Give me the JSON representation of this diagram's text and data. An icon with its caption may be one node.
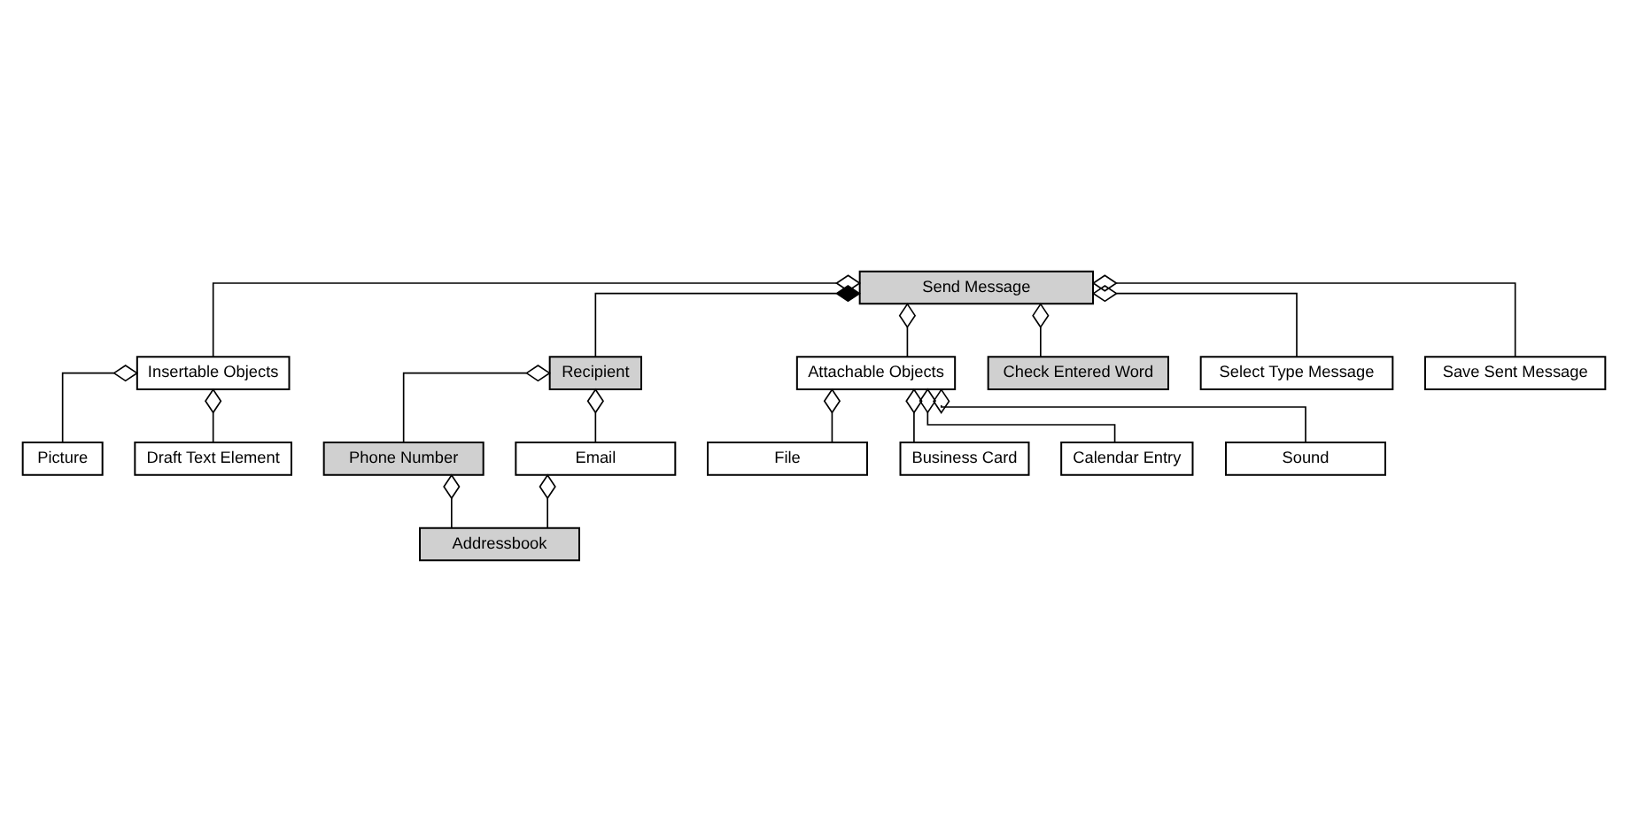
{
  "diagram": {
    "nodes": [
      {
        "text": [
          "Send Message"
        ]
      },
      {
        "text": [
          "Insertable Objects"
        ]
      },
      {
        "text": [
          "Recipient"
        ]
      },
      {
        "text": [
          "Attachable Objects"
        ]
      },
      {
        "text": [
          "Check Entered Word"
        ]
      },
      {
        "text": [
          "Picture"
        ]
      },
      {
        "text": [
          "Draft Text Element"
        ]
      },
      {
        "text": [
          "File"
        ]
      },
      {
        "text": [
          "Business Card"
        ]
      },
      {
        "text": [
          "Calendar Entry"
        ]
      },
      {
        "text": [
          "Phone Number"
        ]
      },
      {
        "text": [
          "Email"
        ]
      },
      {
        "text": [
          "Sound"
        ]
      },
      {
        "text": [
          "Select Type Message"
        ]
      },
      {
        "text": [
          "Save Sent Message"
        ]
      },
      {
        "text": [
          "Addressbook"
        ]
      }
    ],
    "edges": [
      {
        "from": 0,
        "to": 1,
        "arrow": "other"
      },
      {
        "from": 0,
        "to": 2,
        "arrow": "other"
      },
      {
        "from": 0,
        "to": 3,
        "arrow": "other"
      },
      {
        "from": 0,
        "to": 4,
        "arrow": "other"
      },
      {
        "from": 0,
        "to": 13,
        "arrow": "other"
      },
      {
        "from": 0,
        "to": 14,
        "arrow": "other"
      },
      {
        "from": 1,
        "to": 5,
        "arrow": "other"
      },
      {
        "from": 1,
        "to": 6,
        "arrow": "other"
      },
      {
        "from": 2,
        "to": 10,
        "arrow": "other"
      },
      {
        "from": 2,
        "to": 11,
        "arrow": "other"
      },
      {
        "from": 3,
        "to": 7,
        "arrow": "other"
      },
      {
        "from": 3,
        "to": 8,
        "arrow": "other"
      },
      {
        "from": 3,
        "to": 9,
        "arrow": "other"
      },
      {
        "from": 3,
        "to": 12,
        "arrow": "other"
      },
      {
        "from": 10,
        "to": 15,
        "arrow": "other"
      },
      {
        "from": 11,
        "to": 15,
        "arrow": "other"
      }
    ]
  }
}
